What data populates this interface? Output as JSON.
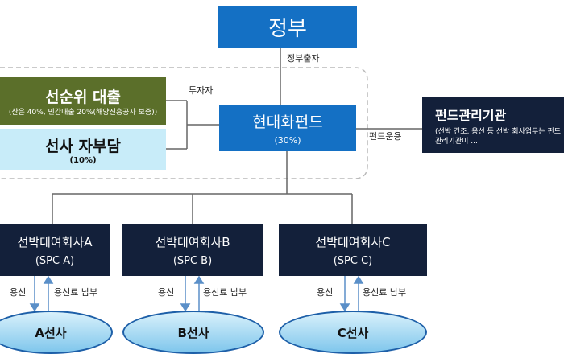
{
  "government": {
    "title": "정부"
  },
  "links": {
    "gov_investment": "정부출자",
    "investor": "투자자",
    "fund_operation": "펀드운용",
    "ship_lease": "용선",
    "charter_payment": "용선료 납부"
  },
  "senior_loan": {
    "title": "선순위 대출",
    "note": "(산은 40%, 민간대출 20%(해양진흥공사 보증))"
  },
  "own_burden": {
    "title": "선사 자부담",
    "pct": "(10%)"
  },
  "fund": {
    "title": "현대화펀드",
    "pct": "(30%)"
  },
  "fund_manager": {
    "title": "펀드관리기관",
    "note": "(선박 건조, 용선 등 선박 회사업무는 펀드관리기관이 ..."
  },
  "spcs": [
    {
      "title": "선박대여회사A",
      "code": "(SPC A)"
    },
    {
      "title": "선박대여회사B",
      "code": "(SPC B)"
    },
    {
      "title": "선박대여회사C",
      "code": "(SPC C)"
    }
  ],
  "carriers": [
    {
      "name": "A선사"
    },
    {
      "name": "B선사"
    },
    {
      "name": "C선사"
    }
  ],
  "colors": {
    "blue": "#1470c4",
    "navy": "#13203a",
    "green": "#5b6f2a",
    "light_blue": "#c8ecf9"
  }
}
